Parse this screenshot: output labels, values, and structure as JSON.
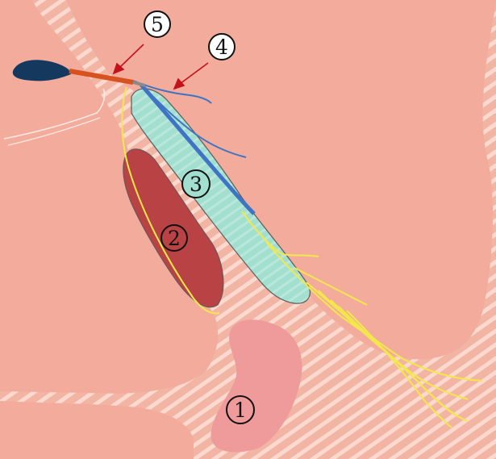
{
  "figure": {
    "colors": {
      "tissue": "#f3ac9c",
      "hatch_base": "#f2b4a3",
      "hatch_stripe": "#fbd9cf",
      "region_1": "#ef9b9b",
      "region_2": "#b94244",
      "region_3": "#a3dfcf",
      "outline": "#5a5a5a",
      "yellow_fibers": "#f3e84a",
      "blue_fibers": "#3f74c4",
      "red_segment": "#d6521f",
      "dark_blue_tip": "#15385f",
      "arrow": "#c4121a",
      "label_circle_fill": "#ffffff",
      "label_text": "#111111"
    },
    "labels": {
      "one": "1",
      "two": "2",
      "three": "3",
      "four": "4",
      "five": "5"
    }
  }
}
